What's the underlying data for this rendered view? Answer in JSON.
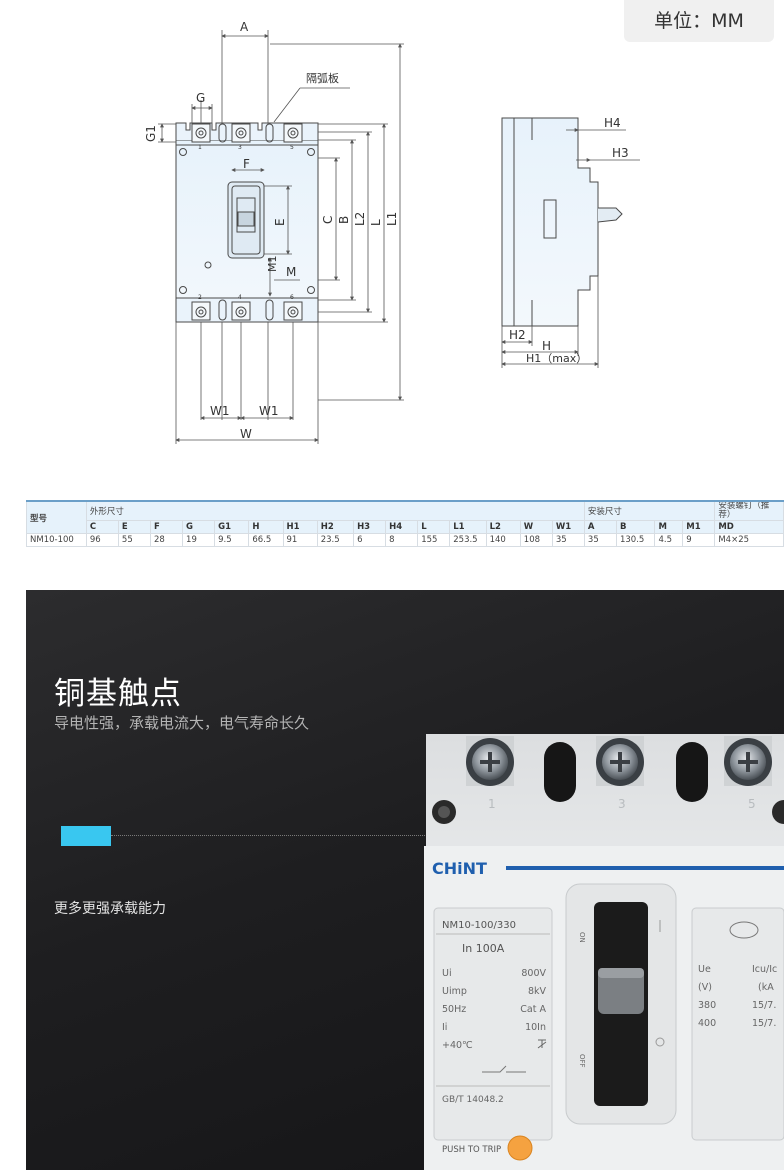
{
  "unit_label": "单位：MM",
  "drawing": {
    "front_view_labels": {
      "A": "A",
      "G": "G",
      "G1": "G1",
      "F": "F",
      "E": "E",
      "C": "C",
      "B": "B",
      "L2": "L2",
      "L": "L",
      "L1": "L1",
      "M": "M",
      "M1": "M1",
      "W1": "W1",
      "W": "W",
      "arc_barrier": "隔弧板",
      "terminals_top": [
        "1",
        "3",
        "5"
      ],
      "terminals_bottom": [
        "2",
        "4",
        "6"
      ]
    },
    "side_view_labels": {
      "H4": "H4",
      "H3": "H3",
      "H2": "H2",
      "H": "H",
      "H1": "H1（max）"
    }
  },
  "table": {
    "model_header": "型号",
    "group_outer": "外形尺寸",
    "group_mount": "安装尺寸",
    "group_screw": "安装螺钉（推荐）",
    "columns": [
      "C",
      "E",
      "F",
      "G",
      "G1",
      "H",
      "H1",
      "H2",
      "H3",
      "H4",
      "L",
      "L1",
      "L2",
      "W",
      "W1",
      "A",
      "B",
      "M",
      "M1",
      "MD"
    ],
    "rows": [
      {
        "model": "NM10-100",
        "values": [
          "96",
          "55",
          "28",
          "19",
          "9.5",
          "66.5",
          "91",
          "23.5",
          "6",
          "8",
          "155",
          "253.5",
          "140",
          "108",
          "35",
          "35",
          "130.5",
          "4.5",
          "9",
          "M4×25"
        ]
      }
    ]
  },
  "banner": {
    "title": "铜基触点",
    "subtitle": "导电性强，承载电流大，电气寿命长久",
    "note": "更多更强承载能力",
    "accent_color": "#39c7f0",
    "photo": {
      "brand": "CHiNT",
      "terminal_numbers": [
        "1",
        "3",
        "5"
      ],
      "rating_model": "NM10-100/330",
      "rating_in": "In  100A",
      "spec_rows": [
        {
          "key": "Ui",
          "value": "800V"
        },
        {
          "key": "Uimp",
          "value": "8kV"
        },
        {
          "key": "50Hz",
          "value": "Cat A"
        },
        {
          "key": "Ii",
          "value": "10In"
        },
        {
          "key": "+40℃",
          "value": ""
        }
      ],
      "standard": "GB/T 14048.2",
      "push_to_trip": "PUSH TO TRIP",
      "right_panel_keys": [
        "Ue",
        "(V)",
        "380",
        "400"
      ],
      "right_panel_values": [
        "Icu/Ic",
        "(kA",
        "15/7.",
        "15/7."
      ],
      "switch_on": "ON",
      "switch_off": "OFF",
      "brand_color": "#1f5fae",
      "trip_button_color": "#f5a240"
    }
  }
}
